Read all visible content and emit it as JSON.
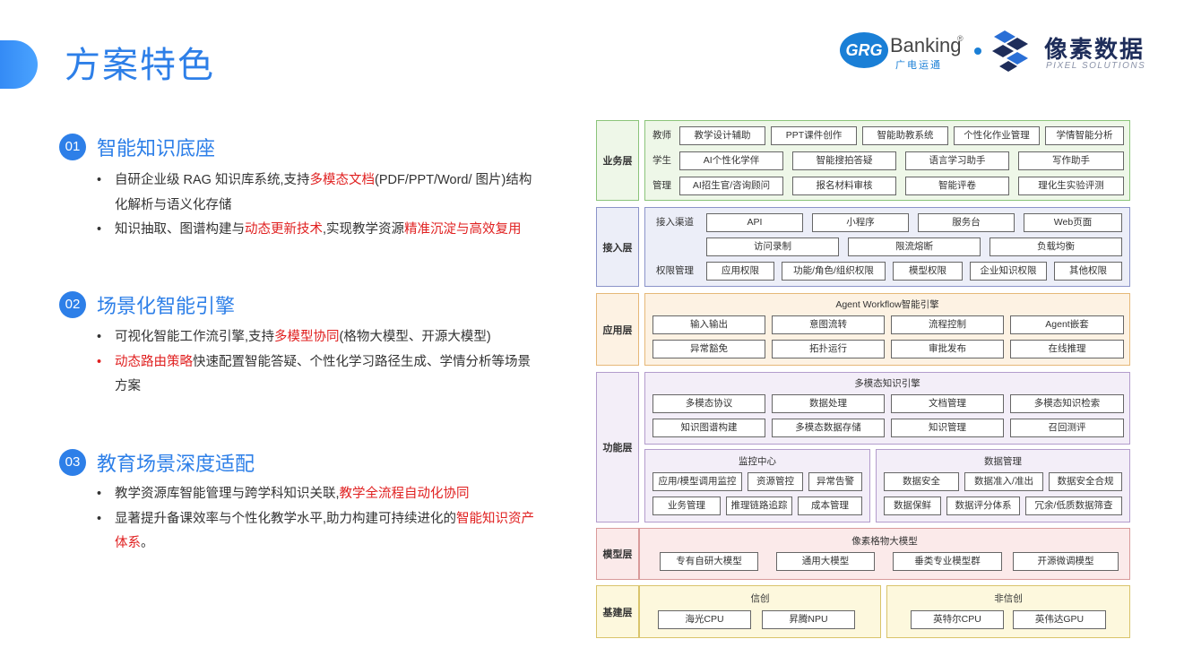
{
  "header": {
    "title": "方案特色",
    "logo_grg": {
      "mark": "GRG",
      "brand": "Banking",
      "reg": "®",
      "cn": "广电运通"
    },
    "logo_pixel": {
      "cn": "像素数据",
      "en": "PIXEL SOLUTIONS"
    },
    "brand_color": "#2d7fe8",
    "accent_red": "#e02020"
  },
  "sections": [
    {
      "num": "01",
      "title": "智能知识底座",
      "b1": {
        "t1": "自研企业级 RAG 知识库系统,支持",
        "h1": "多模态文档",
        "t2": "(PDF/PPT/Word/ 图片)结构化解析与语义化存储"
      },
      "b2": {
        "t1": "知识抽取、图谱构建与",
        "h1": "动态更新技术",
        "t2": ",实现教学资源",
        "h2": "精准沉淀与高效复用"
      }
    },
    {
      "num": "02",
      "title": "场景化智能引擎",
      "b1": {
        "t1": "可视化智能工作流引擎,支持",
        "h1": "多模型协同",
        "t2": "(格物大模型、开源大模型)"
      },
      "b2": {
        "h1": "动态路由策略",
        "t1": "快速配置智能答疑、个性化学习路径生成、学情分析等场景方案"
      }
    },
    {
      "num": "03",
      "title": "教育场景深度适配",
      "b1": {
        "t1": "教学资源库智能管理与跨学科知识关联,",
        "h1": "教学全流程自动化协同"
      },
      "b2": {
        "t1": "显著提升备课效率与个性化教学水平,助力构建可持续进化的",
        "h1": "智能知识资产体系",
        "t2": "。"
      }
    }
  ],
  "arch": {
    "business": {
      "label": "业务层",
      "rows": [
        {
          "name": "教师",
          "items": [
            "教学设计辅助",
            "PPT课件创作",
            "智能助教系统",
            "个性化作业管理",
            "学情智能分析"
          ]
        },
        {
          "name": "学生",
          "items": [
            "AI个性化学伴",
            "智能搜拍答疑",
            "语言学习助手",
            "写作助手"
          ]
        },
        {
          "name": "管理",
          "items": [
            "AI招生官/咨询顾问",
            "报名材料审核",
            "智能评卷",
            "理化生实验评测"
          ]
        }
      ]
    },
    "access": {
      "label": "接入层",
      "channel_name": "接入渠道",
      "channels": [
        "API",
        "小程序",
        "服务台",
        "Web页面"
      ],
      "controls": [
        "访问录制",
        "限流熔断",
        "负载均衡"
      ],
      "perm_name": "权限管理",
      "perms": [
        "应用权限",
        "功能/角色/组织权限",
        "模型权限",
        "企业知识权限",
        "其他权限"
      ]
    },
    "application": {
      "label": "应用层",
      "title": "Agent Workflow智能引擎",
      "items": [
        "输入输出",
        "意图流转",
        "流程控制",
        "Agent嵌套",
        "异常豁免",
        "拓扑运行",
        "审批发布",
        "在线推理"
      ]
    },
    "function": {
      "label": "功能层",
      "engine_title": "多模态知识引擎",
      "engine_items": [
        "多模态协议",
        "数据处理",
        "文档管理",
        "多模态知识检索",
        "知识图谱构建",
        "多模态数据存储",
        "知识管理",
        "召回测评"
      ],
      "monitor_title": "监控中心",
      "monitor_items": [
        "应用/模型调用监控",
        "资源管控",
        "异常告警",
        "业务管理",
        "推理链路追踪",
        "成本管理"
      ],
      "data_title": "数据管理",
      "data_items": [
        "数据安全",
        "数据准入/准出",
        "数据安全合规",
        "数据保鲜",
        "数据评分体系",
        "冗余/低质数据筛查"
      ]
    },
    "model": {
      "label": "模型层",
      "title": "像素格物大模型",
      "items": [
        "专有自研大模型",
        "通用大模型",
        "垂类专业模型群",
        "开源微调模型"
      ]
    },
    "infra": {
      "label": "基建层",
      "xc_title": "信创",
      "xc_items": [
        "海光CPU",
        "昇腾NPU"
      ],
      "fxc_title": "非信创",
      "fxc_items": [
        "英特尔CPU",
        "英伟达GPU"
      ]
    }
  }
}
